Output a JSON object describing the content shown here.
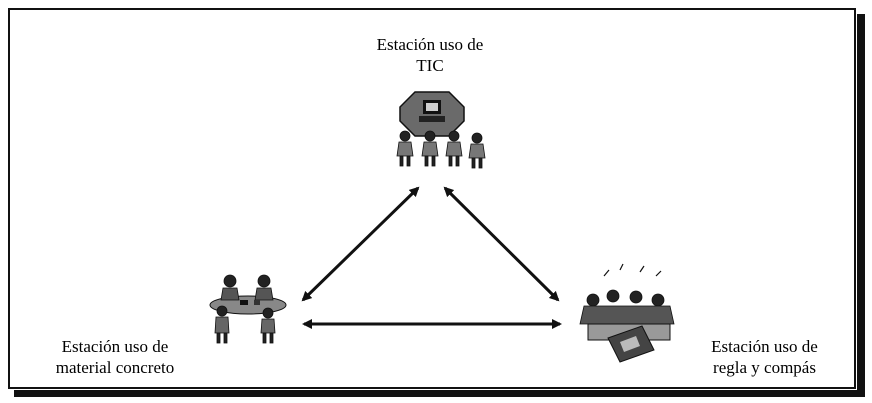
{
  "stations": {
    "top": {
      "line1": "Estación uso de",
      "line2": "TIC",
      "icon": "computer-group-icon"
    },
    "left": {
      "line1": "Estación uso de",
      "line2": "material concreto",
      "icon": "children-table-icon"
    },
    "right": {
      "line1": "Estación uso de",
      "line2": "regla y compás",
      "icon": "drawing-group-icon"
    }
  },
  "connections": [
    {
      "from": "top",
      "to": "left",
      "style": "double-arrow"
    },
    {
      "from": "top",
      "to": "right",
      "style": "double-arrow"
    },
    {
      "from": "left",
      "to": "right",
      "style": "double-arrow"
    }
  ],
  "colors": {
    "ink": "#111111",
    "frame": "#111111",
    "background": "#ffffff"
  }
}
